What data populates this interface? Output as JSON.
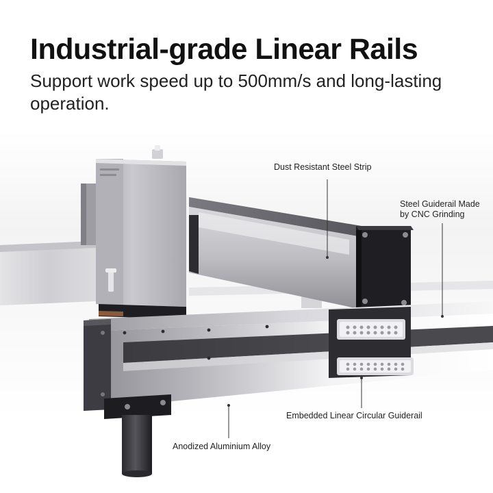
{
  "headline": {
    "title": "Industrial-grade Linear Rails",
    "subtitle": "Support work speed up to 500mm/s and long-lasting operation."
  },
  "callouts": {
    "dust_strip": "Dust Resistant Steel Strip",
    "guiderail_line1": "Steel Guiderail Made",
    "guiderail_line2": "by CNC Grinding",
    "embedded_rail": "Embedded Linear Circular Guiderail",
    "alloy": "Anodized Aluminium Alloy"
  },
  "colors": {
    "text": "#111111",
    "aluminium": "#b8b8be",
    "dark_metal": "#1e1e22"
  }
}
